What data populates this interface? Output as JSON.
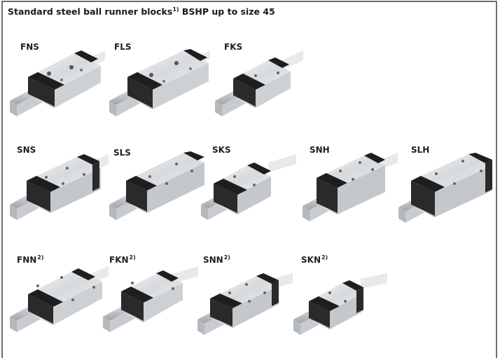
{
  "page": {
    "title": "Standard steel ball runner blocks",
    "title_footnote": "1)",
    "title_suffix": "BSHP up to size 45",
    "border_color": "#6e6e6e",
    "background": "#ffffff"
  },
  "rows": [
    {
      "items": [
        {
          "code": "FNS",
          "footnote": "",
          "type": "flanged",
          "icon": "runner-block-flanged-normal-icon"
        },
        {
          "code": "FLS",
          "footnote": "",
          "type": "flanged-long",
          "icon": "runner-block-flanged-long-icon"
        },
        {
          "code": "FKS",
          "footnote": "",
          "type": "flanged-short",
          "icon": "runner-block-flanged-short-icon"
        }
      ]
    },
    {
      "items": [
        {
          "code": "SNS",
          "footnote": "",
          "type": "slimline",
          "icon": "runner-block-slim-normal-icon"
        },
        {
          "code": "SLS",
          "footnote": "",
          "type": "slimline-long",
          "icon": "runner-block-slim-long-icon"
        },
        {
          "code": "SKS",
          "footnote": "",
          "type": "slimline-short",
          "icon": "runner-block-slim-short-icon"
        },
        {
          "code": "SNH",
          "footnote": "",
          "type": "slimline-high",
          "icon": "runner-block-slim-high-icon"
        },
        {
          "code": "SLH",
          "footnote": "",
          "type": "slimline-long-high",
          "icon": "runner-block-slim-long-high-icon"
        }
      ]
    },
    {
      "items": [
        {
          "code": "FNN",
          "footnote": "2)",
          "type": "flanged-narrow",
          "icon": "runner-block-flanged-narrow-icon"
        },
        {
          "code": "FKN",
          "footnote": "2)",
          "type": "flanged-short-narrow",
          "icon": "runner-block-flanged-short-narrow-icon"
        },
        {
          "code": "SNN",
          "footnote": "2)",
          "type": "slimline-narrow",
          "icon": "runner-block-slim-narrow-icon"
        },
        {
          "code": "SKN",
          "footnote": "2)",
          "type": "slimline-short-narrow",
          "icon": "runner-block-slim-short-narrow-icon"
        }
      ]
    }
  ],
  "colors": {
    "steel_light": "#e9ebed",
    "steel_mid": "#c3c7cb",
    "steel_dark": "#8d9297",
    "end_cap": "#1c1c1c",
    "label_text": "#1e1e1e"
  }
}
